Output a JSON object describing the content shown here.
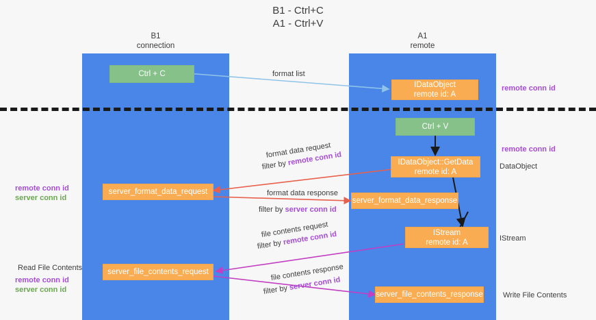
{
  "title": "B1 - Ctrl+C\nA1 - Ctrl+V",
  "lanes": [
    {
      "name": "b1",
      "header": "B1\nconnection"
    },
    {
      "name": "a1",
      "header": "A1\nremote"
    }
  ],
  "nodes": {
    "ctrl_c": "Ctrl + C",
    "idataobject_top": "IDataObject\nremote id: A",
    "ctrl_v": "Ctrl + V",
    "getdata": "IDataObject::GetData\nremote id: A",
    "server_format_data_request": "server_format_data_request",
    "server_format_data_response": "server_format_data_response",
    "istream": "IStream\nremote id: A",
    "server_file_contents_request": "server_file_contents_request",
    "server_file_contents_response": "server_file_contents_response"
  },
  "edges": {
    "format_list": "format list",
    "format_data_request": "format data request",
    "format_data_request_filter_prefix": "filter by ",
    "format_data_request_filter_value": "remote conn id",
    "format_data_response": "format data response",
    "format_data_response_filter_prefix": "filter by ",
    "format_data_response_filter_value": "server conn id",
    "file_contents_request": "file contents request",
    "file_contents_request_filter_prefix": "filter by ",
    "file_contents_request_filter_value": "remote conn id",
    "file_contents_response": "file contents response",
    "file_contents_response_filter_prefix": "filter by ",
    "file_contents_response_filter_value": "server conn id"
  },
  "annotations": {
    "right_remote_conn_id_top": "remote conn id",
    "right_remote_conn_id_mid": "remote conn id",
    "right_dataobject": "DataObject",
    "right_istream": "IStream",
    "right_write_file_contents": "Write File Contents",
    "left_remote_conn_id": "remote conn id",
    "left_server_conn_id": "server conn id",
    "left_read_file_contents": "Read File Contents",
    "left_remote_conn_id_2": "remote conn id",
    "left_server_conn_id_2": "server conn id"
  },
  "colors": {
    "lane": "#4a86e8",
    "green_node": "#85c189",
    "orange_node": "#f9ac51",
    "purple": "#a64dd6",
    "green_text": "#6aa84f",
    "red_edge": "#e8604c",
    "magenta_edge": "#c23ec2",
    "light_blue_edge": "#8fc4e8",
    "dark_edge": "#1a1a1a"
  }
}
